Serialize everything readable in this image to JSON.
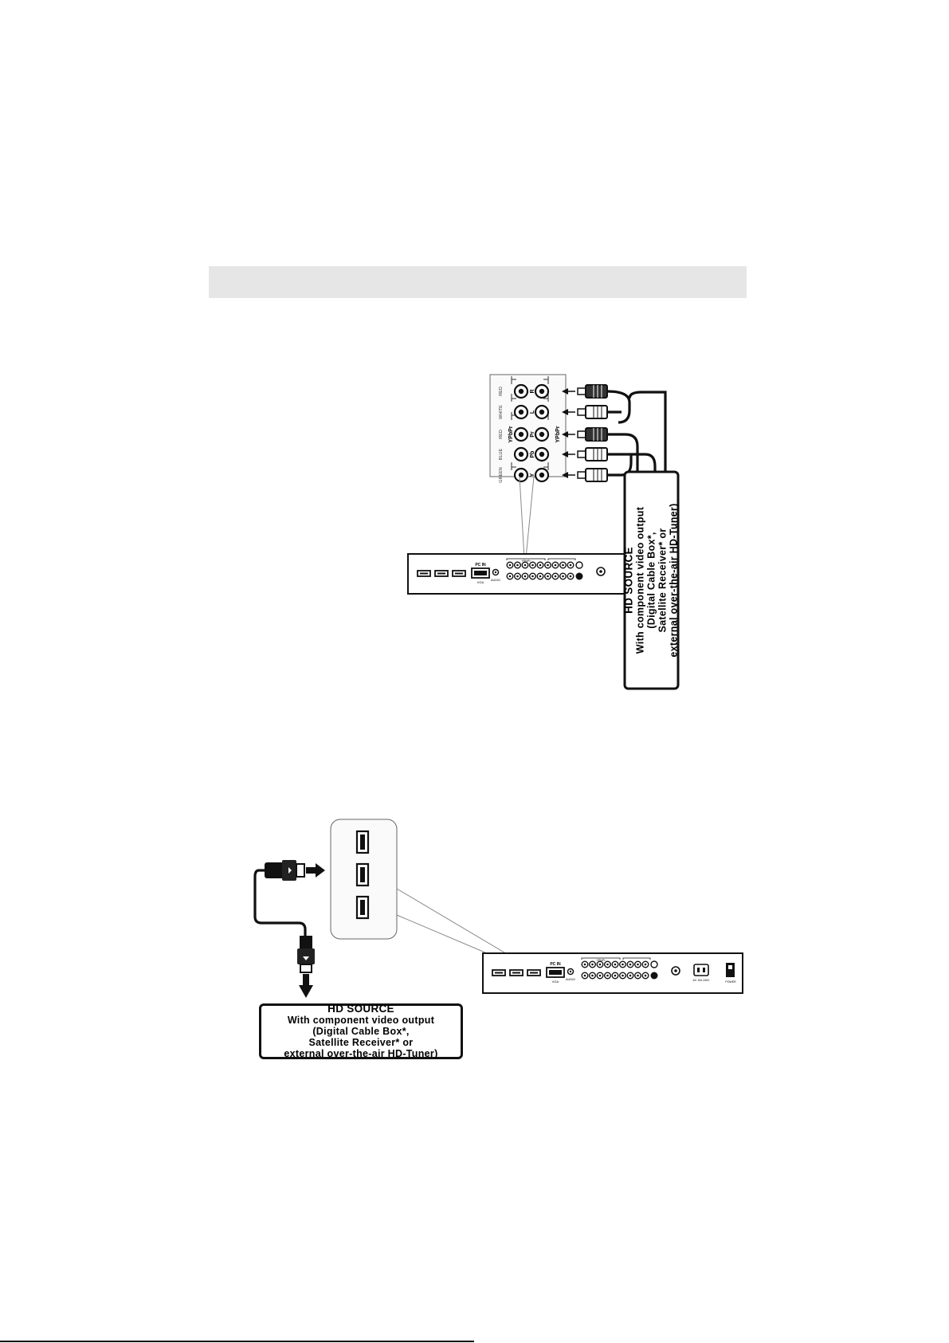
{
  "section_header": "",
  "diagram1": {
    "panel_labels_left": [
      "RED",
      "WHITE",
      "RED",
      "BLUE",
      "GREEN"
    ],
    "jack_labels": [
      "R",
      "L",
      "Pr",
      "Pb",
      "Y"
    ],
    "group_label": "YPbPr",
    "source_box": {
      "title": "HD SOURCE",
      "line1": "With component video output",
      "line2": "(Digital Cable Box*,",
      "line3": "Satellite Receiver* or",
      "line4": "external over-the-air HD-Tuner)"
    }
  },
  "diagram2": {
    "source_box": {
      "title": "HD SOURCE",
      "line1": "With component video output",
      "line2": "(Digital Cable Box*,",
      "line3": "Satellite Receiver* or",
      "line4": "external over-the-air HD-Tuner)"
    }
  },
  "rear_panel": {
    "pc_in_label": "PC IN",
    "vga_label": "VGA",
    "audio_label": "AUDIO",
    "ypbpr_label": "YPbPr",
    "ac_label": "AC 100-240V",
    "power_label": "POWER"
  }
}
